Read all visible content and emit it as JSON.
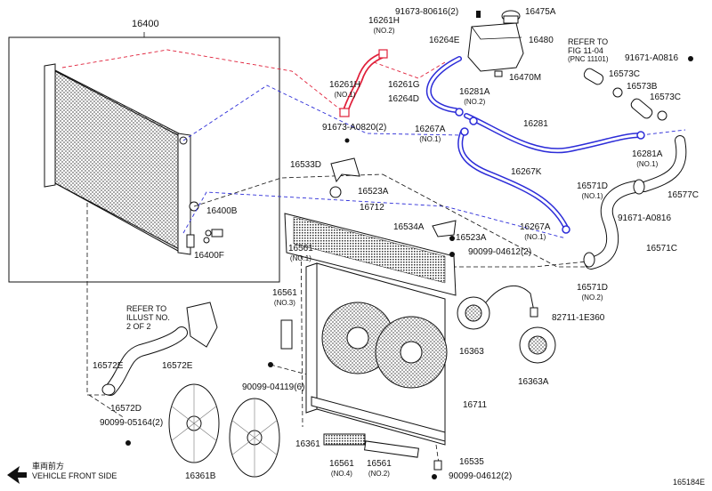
{
  "diagram_id": "165184E",
  "orientation": {
    "arrow_text": "車両前方",
    "label": "VEHICLE FRONT SIDE"
  },
  "references": {
    "fig": {
      "line1": "REFER TO",
      "line2": "FIG 11-04",
      "line3": "(PNC 11101)"
    },
    "illust": {
      "line1": "REFER TO",
      "line2": "ILLUST NO.",
      "line3": "2 OF 2"
    }
  },
  "parts": {
    "p16400": "16400",
    "p16400B": "16400B",
    "p16400F": "16400F",
    "p16261H_top": "16261H",
    "p16261H_top_q": "(NO.2)",
    "p16261H_left": "16261H",
    "p16261H_left_q": "(NO.1)",
    "p16261G": "16261G",
    "p91673_80616": "91673-80616(2)",
    "p16475A": "16475A",
    "p16264E": "16264E",
    "p16480": "16480",
    "p16470M": "16470M",
    "p16264D": "16264D",
    "p16281A_top": "16281A",
    "p16281A_top_q": "(NO.2)",
    "p91673_A0820": "91673-A0820(2)",
    "p16267A_top": "16267A",
    "p16267A_top_q": "(NO.1)",
    "p16281": "16281",
    "p16533D": "16533D",
    "p16267K": "16267K",
    "p91671_A0816_top": "91671-A0816",
    "p16573C_a": "16573C",
    "p16573B": "16573B",
    "p16573C_b": "16573C",
    "p16281A_right": "16281A",
    "p16281A_right_q": "(NO.1)",
    "p16577C": "16577C",
    "p16571D_top": "16571D",
    "p16571D_top_q": "(NO.1)",
    "p91671_A0816_mid": "91671-A0816",
    "p16523A_top": "16523A",
    "p16712": "16712",
    "p16534A": "16534A",
    "p16523A_mid": "16523A",
    "p16267A_bot": "16267A",
    "p16267A_bot_q": "(NO.1)",
    "p16571C": "16571C",
    "p16561_no1": "16561",
    "p16561_no1_q": "(NO.1)",
    "p90099_04612_top": "90099-04612(2)",
    "p16571D_bot": "16571D",
    "p16571D_bot_q": "(NO.2)",
    "p16561_no3": "16561",
    "p16561_no3_q": "(NO.3)",
    "p82711_1E360": "82711-1E360",
    "p16363": "16363",
    "p16363A": "16363A",
    "p16572E_a": "16572E",
    "p16572E_b": "16572E",
    "p16572D": "16572D",
    "p90099_04119": "90099-04119(6)",
    "p16711": "16711",
    "p90099_05164": "90099-05164(2)",
    "p16361": "16361",
    "p16361B": "16361B",
    "p16561_no4": "16561",
    "p16561_no4_q": "(NO.4)",
    "p16561_no2": "16561",
    "p16561_no2_q": "(NO.2)",
    "p16535": "16535",
    "p90099_04612_bot": "90099-04612(2)"
  },
  "colors": {
    "line": "#111111",
    "hose_red": "#e0203a",
    "hose_blue": "#2c2cd8",
    "leader_red": "#e0203a",
    "leader_blue": "#2c2cd8"
  }
}
